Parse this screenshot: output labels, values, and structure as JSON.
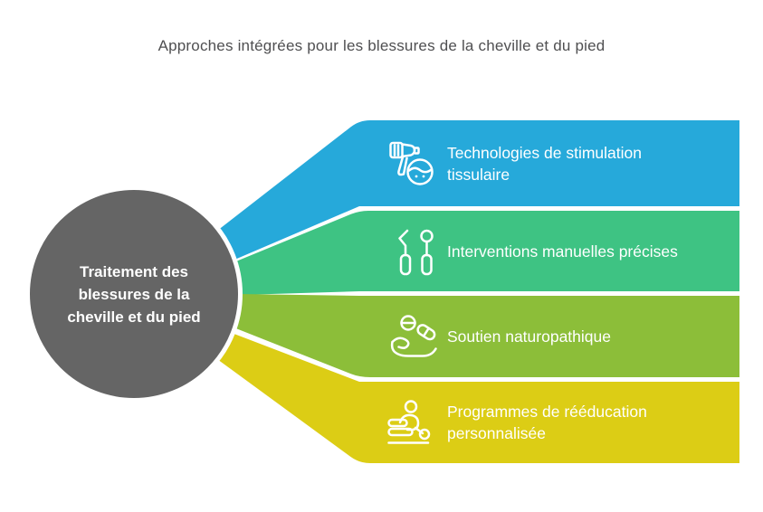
{
  "title": "Approches intégrées pour les blessures de la cheville et du pied",
  "center": {
    "lines": [
      "Traitement des",
      "blessures de la",
      "cheville et du pied"
    ],
    "color": "#656565",
    "ring_color": "#ffffff"
  },
  "items": [
    {
      "label": "Technologies de stimulation tissulaire",
      "color": "#26a9da",
      "icon": "massage-gun-icon"
    },
    {
      "label": "Interventions manuelles précises",
      "color": "#3ec383",
      "icon": "medical-tools-icon"
    },
    {
      "label": "Soutien naturopathique",
      "color": "#8cbe39",
      "icon": "hand-with-pills-icon"
    },
    {
      "label": "Programmes de rééducation personnalisée",
      "color": "#dccd15",
      "icon": "massage-therapy-icon"
    }
  ],
  "colors": {
    "title_text": "#4f4f51",
    "band_text": "#ffffff"
  }
}
